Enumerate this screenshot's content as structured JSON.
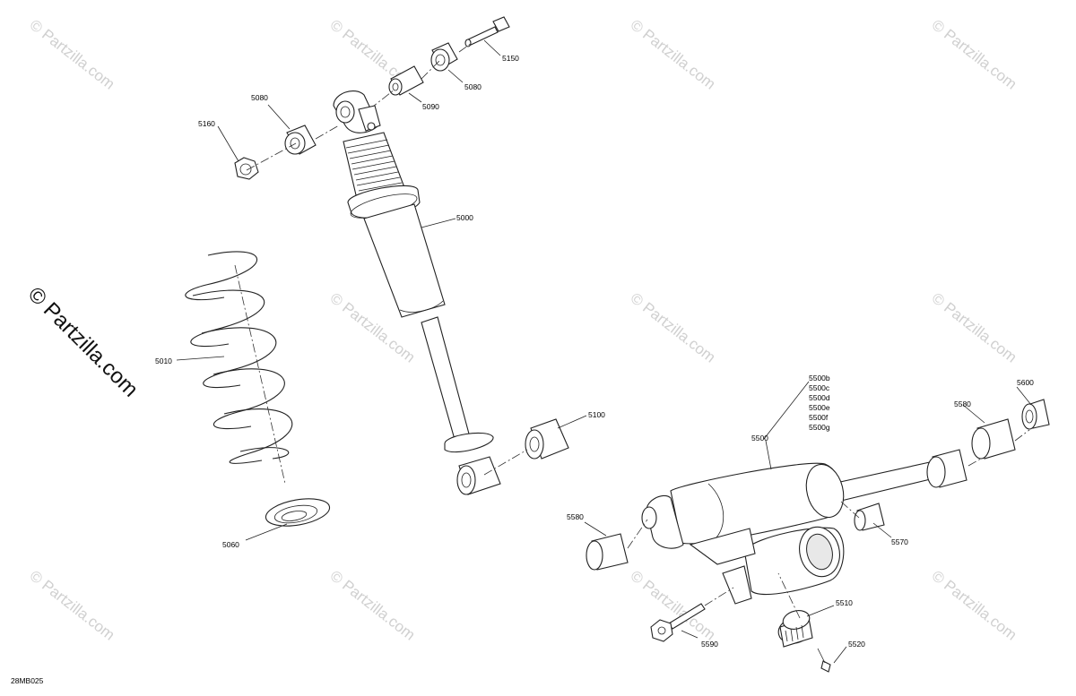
{
  "diagram_code": "28MB025",
  "watermark_text": "© Partzilla.com",
  "watermark_color": "#d0d0d0",
  "callouts": {
    "c5150": "5150",
    "c5080_top": "5080",
    "c5090": "5090",
    "c5080_left": "5080",
    "c5160": "5160",
    "c5000": "5000",
    "c5010": "5010",
    "c5060": "5060",
    "c5100": "5100",
    "c5500": "5500",
    "c5500b": "5500b",
    "c5500c": "5500c",
    "c5500d": "5500d",
    "c5500e": "5500e",
    "c5500f": "5500f",
    "c5500g": "5500g",
    "c5600": "5600",
    "c5580_right": "5580",
    "c5580_left": "5580",
    "c5570": "5570",
    "c5510": "5510",
    "c5590": "5590",
    "c5520": "5520"
  }
}
